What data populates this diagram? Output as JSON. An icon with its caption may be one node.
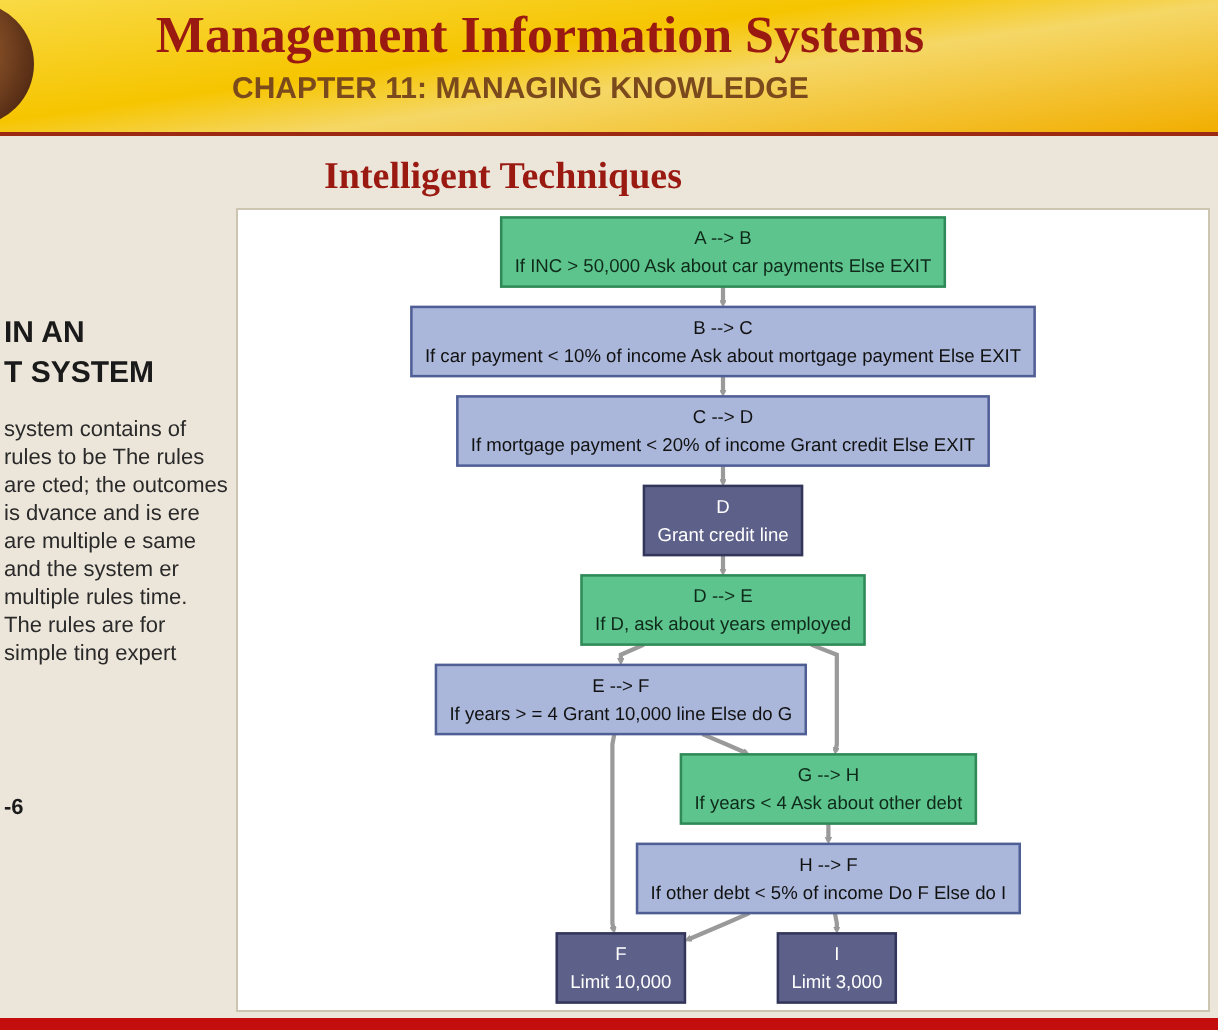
{
  "diagram": {
    "title": "Management Information Systems",
    "nodes": [
      {
        "text": [
          "A --> B",
          "If INC > 50,000 Ask about car payments Else EXIT"
        ]
      },
      {
        "text": [
          "B --> C",
          "If car payment < 10% of income Ask about mortgage payment Else EXIT"
        ]
      },
      {
        "text": [
          "C --> D",
          "If mortgage payment < 20% of income Grant credit Else EXIT"
        ]
      },
      {
        "text": [
          "D",
          "Grant credit line"
        ]
      },
      {
        "text": [
          "D --> E",
          "If D, ask about years employed"
        ]
      },
      {
        "text": [
          "E --> F",
          "If years > = 4 Grant 10,000 line Else do G"
        ]
      },
      {
        "text": [
          "F",
          "Limit 10,000"
        ]
      },
      {
        "text": [
          "G --> H",
          "If years < 4 Ask about other debt"
        ]
      },
      {
        "text": [
          "H --> F",
          "If other debt < 5% of income Do F Else do I"
        ]
      },
      {
        "text": [
          "I",
          "Limit 3,000"
        ]
      }
    ],
    "edges": [
      {
        "from": 0,
        "to": 1,
        "arrow": "to"
      },
      {
        "from": 1,
        "to": 2,
        "arrow": "to"
      },
      {
        "from": 2,
        "to": 3,
        "arrow": "to"
      },
      {
        "from": 3,
        "to": 4,
        "arrow": "to"
      },
      {
        "from": 4,
        "to": 5,
        "arrow": "to"
      },
      {
        "from": 5,
        "to": 6,
        "arrow": "to"
      },
      {
        "from": 4,
        "to": 7,
        "arrow": "to"
      },
      {
        "from": 5,
        "to": 7,
        "arrow": "to"
      },
      {
        "from": 7,
        "to": 8,
        "arrow": "to"
      },
      {
        "from": 8,
        "to": 6,
        "arrow": "to"
      },
      {
        "from": 8,
        "to": 9,
        "arrow": "to"
      }
    ],
    "labels": [
      "CHAPTER 11: MANAGING KNOWLEDGE",
      "Intelligent Techniques",
      "IN AN",
      "T SYSTEM",
      "system contains of rules to be The rules are cted; the outcomes is dvance and is ere are multiple e same and the system er multiple rules time. The rules are for simple ting expert",
      "-6"
    ]
  }
}
